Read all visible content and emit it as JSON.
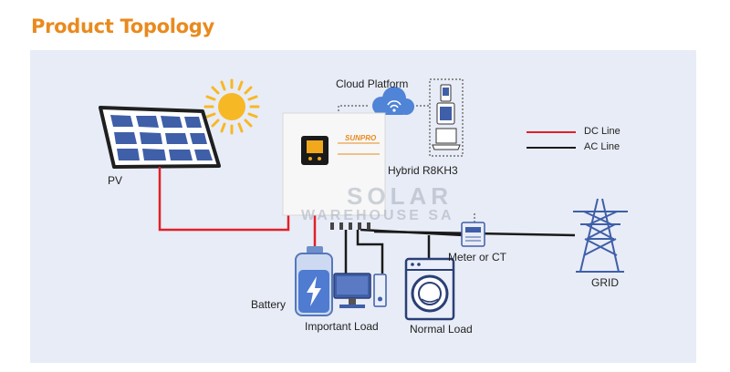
{
  "title": "Product Topology",
  "labels": {
    "pv": "PV",
    "cloud": "Cloud Platform",
    "inverter": "Hybrid R8KH3",
    "brand": "SUNPRO",
    "battery": "Battery",
    "important_load": "Important Load",
    "normal_load": "Normal  Load",
    "meter": "Meter or CT",
    "grid": "GRID"
  },
  "legend": {
    "dc": "DC Line",
    "ac": "AC Line"
  },
  "watermark": {
    "line1": "SOLAR",
    "line2": "WAREHOUSE SA"
  },
  "colors": {
    "title": "#e98a1e",
    "dc_line": "#e0202a",
    "ac_line": "#1a1a1a",
    "panel_bg": "#e8ecf6",
    "solar_cell": "#3f5fa8",
    "sun": "#f7b825",
    "cloud": "#4f84d6"
  }
}
